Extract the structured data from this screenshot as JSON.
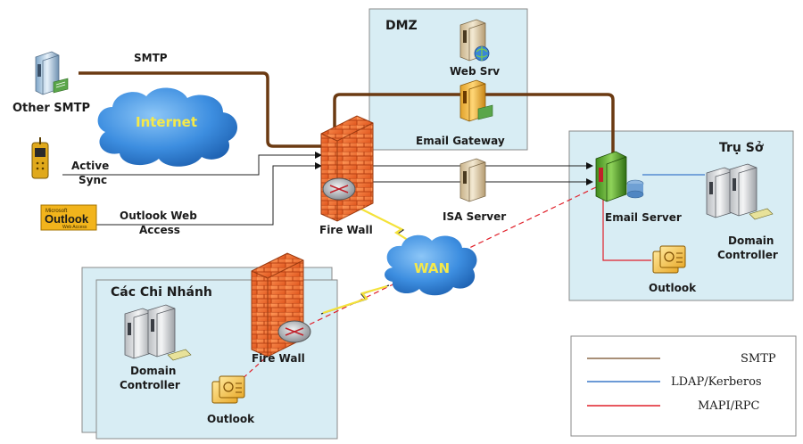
{
  "zones": {
    "dmz": "DMZ",
    "tru_so": "Trụ Sở",
    "chi_nhanh": "Các Chi Nhánh"
  },
  "clouds": {
    "internet": "Internet",
    "wan": "WAN"
  },
  "nodes": {
    "other_smtp": "Other SMTP",
    "smtp_line": "SMTP",
    "active_sync_1": "Active",
    "active_sync_2": "Sync",
    "outlook_web_1": "Outlook Web",
    "outlook_web_2": "Access",
    "outlook_logo_small": "Microsoft",
    "outlook_logo": "Outlook",
    "outlook_logo_sub": "Web Access",
    "web_srv": "Web Srv",
    "email_gateway": "Email Gateway",
    "isa_server": "ISA Server",
    "fire_wall_main": "Fire Wall",
    "fire_wall_branch": "Fire Wall",
    "email_server": "Email Server",
    "dc_hq_1": "Domain",
    "dc_hq_2": "Controller",
    "outlook_hq": "Outlook",
    "dc_branch_1": "Domain",
    "dc_branch_2": "Controller",
    "outlook_branch": "Outlook"
  },
  "legend": {
    "smtp": "SMTP",
    "ldap": "LDAP/Kerberos",
    "mapi": "MAPI/RPC"
  },
  "colors": {
    "smtp": "#6b3a12",
    "ldap": "#3b78c9",
    "mapi": "#e0202a",
    "zone_fill": "#d6ecf3",
    "zone_border": "#8a8a8a",
    "cloud": "#2f7fd3",
    "cloud_text": "#f5e94a"
  }
}
